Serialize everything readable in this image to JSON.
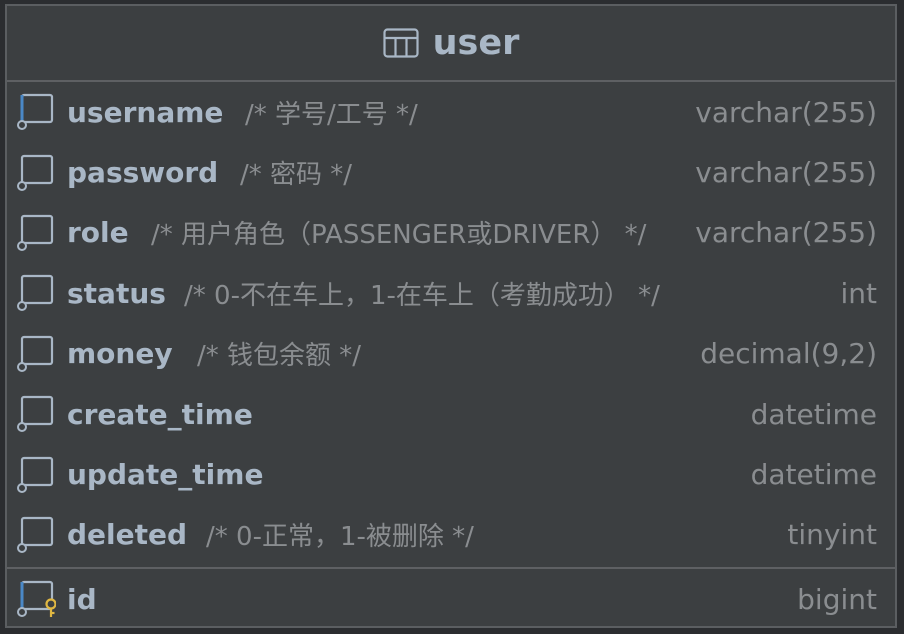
{
  "table": {
    "name": "user",
    "icon": "table-icon"
  },
  "columns": [
    {
      "name": "username",
      "comment": "/* 学号/工号 */",
      "type": "varchar(255)",
      "icon": "column-icon"
    },
    {
      "name": "password",
      "comment": "/* 密码 */",
      "type": "varchar(255)",
      "icon": "column-icon"
    },
    {
      "name": "role",
      "comment": "/* 用户角色（PASSENGER或DRIVER） */",
      "type": "varchar(255)",
      "icon": "column-icon"
    },
    {
      "name": "status",
      "comment": "/* 0-不在车上，1-在车上（考勤成功） */",
      "type": "int",
      "icon": "column-icon"
    },
    {
      "name": "money",
      "comment": "/* 钱包余额 */",
      "type": "decimal(9,2)",
      "icon": "column-icon"
    },
    {
      "name": "create_time",
      "comment": "",
      "type": "datetime",
      "icon": "column-icon"
    },
    {
      "name": "update_time",
      "comment": "",
      "type": "datetime",
      "icon": "column-icon"
    },
    {
      "name": "deleted",
      "comment": "/* 0-正常，1-被删除 */",
      "type": "tinyint",
      "icon": "column-icon"
    }
  ],
  "primary_key": {
    "name": "id",
    "type": "bigint",
    "icon": "primary-key-column-icon"
  },
  "colors": {
    "background": "#3c3f41",
    "name": "#a9b7c6",
    "muted": "#8a8d90",
    "accent": "#4a88c7",
    "key": "#e0b742"
  }
}
